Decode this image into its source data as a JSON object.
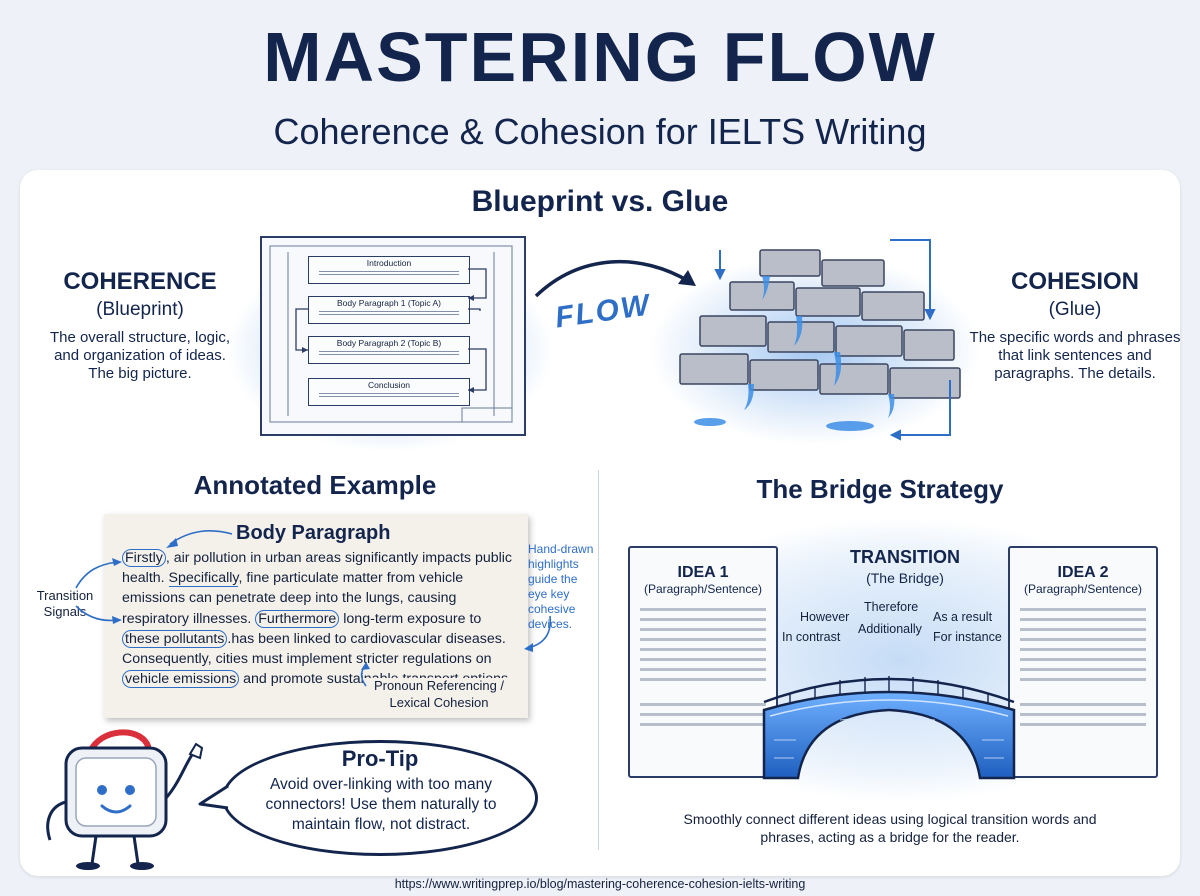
{
  "header": {
    "title": "MASTERING FLOW",
    "subtitle": "Coherence & Cohesion for IELTS Writing"
  },
  "blueprint_section": {
    "heading": "Blueprint vs. Glue",
    "coherence": {
      "title": "COHERENCE",
      "subtitle": "(Blueprint)",
      "description": "The overall structure, logic, and organization of ideas. The big picture."
    },
    "cohesion": {
      "title": "COHESION",
      "subtitle": "(Glue)",
      "description": "The specific words and phrases that link sentences and paragraphs. The details."
    },
    "blueprint_boxes": [
      "Introduction",
      "Body Paragraph 1 (Topic A)",
      "Body Paragraph 2 (Topic B)",
      "Conclusion"
    ],
    "flow_label": "FLOW"
  },
  "annotated_example": {
    "heading": "Annotated Example",
    "paper_title": "Body Paragraph",
    "transition_label": "Transition Signals",
    "highlight_note": "Hand-drawn highlights guide the eye key cohesive devices.",
    "pronoun_label": "Pronoun Referencing / Lexical Cohesion",
    "text_segments": {
      "firstly": "Firstly",
      "s1": ", air pollution in urban areas significantly impacts public health. ",
      "specifically": "Specifically",
      "s2": ", fine particulate matter from vehicle emissions can penetrate deep into the lungs, causing respiratory illnesses. ",
      "furthermore": "Furthermore",
      "s3": " long-term exposure to ",
      "these_pollutants": "these pollutants",
      "s4": ".has been linked to cardiovascular diseases. ",
      "consequently": "Consequently",
      "s5": ", cities must implement stricter regulations on ",
      "vehicle_emissions": "vehicle emissions",
      "s6": " and promote sustainable transport options."
    }
  },
  "pro_tip": {
    "title": "Pro-Tip",
    "text": "Avoid over-linking with too many connectors! Use them naturally to maintain flow, not distract."
  },
  "bridge_strategy": {
    "heading": "The Bridge Strategy",
    "idea1": {
      "title": "IDEA 1",
      "subtitle": "(Paragraph/Sentence)"
    },
    "idea2": {
      "title": "IDEA 2",
      "subtitle": "(Paragraph/Sentence)"
    },
    "transition": {
      "title": "TRANSITION",
      "subtitle": "(The Bridge)"
    },
    "transition_words": [
      "However",
      "Therefore",
      "As a result",
      "In contrast",
      "Additionally",
      "For instance"
    ],
    "caption": "Smoothly connect different ideas using logical transition words and phrases, acting as a bridge for the reader."
  },
  "footer": {
    "url": "https://www.writingprep.io/blog/mastering-coherence-cohesion-ielts-writing"
  },
  "colors": {
    "navy": "#13254d",
    "accent_blue": "#2f6ec6",
    "card_bg": "#ffffff",
    "page_bg": "#eef1f7"
  }
}
